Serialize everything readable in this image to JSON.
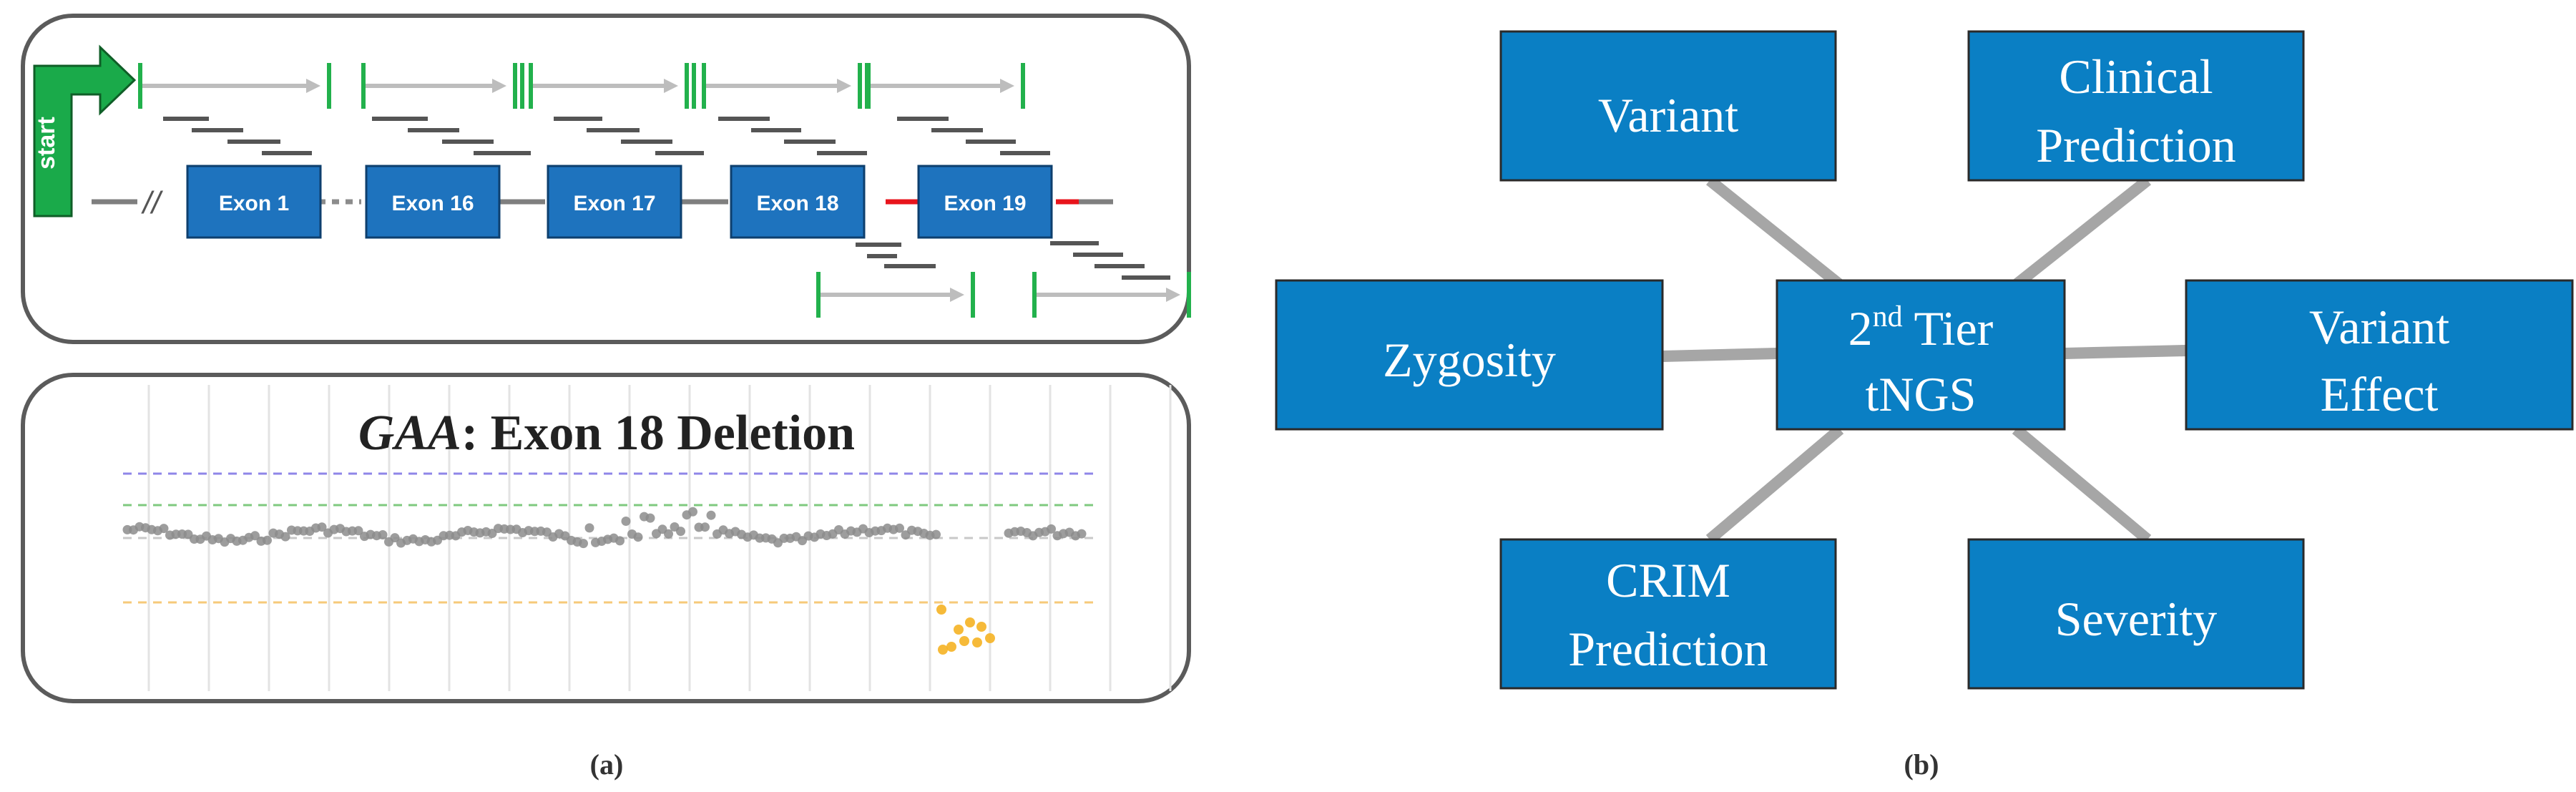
{
  "panel_a": {
    "start_label": "start",
    "exon_labels": [
      "Exon 1",
      "Exon 16",
      "Exon 17",
      "Exon 18",
      "Exon 19"
    ],
    "break_symbol": "//",
    "plot_title_gene": "GAA",
    "plot_title_rest": ":  Exon 18 Deletion",
    "caption": "(a)",
    "colors": {
      "exon_fill": "#1e73be",
      "start_arrow": "#1aaa4a",
      "boundary_marker": "#22b14c",
      "read_bar": "#555555",
      "deleted_segment": "#e8141c",
      "normal_points": "#8c8c8c",
      "deleted_points": "#f5b324"
    }
  },
  "panel_b": {
    "center": {
      "line1_main": "2",
      "line1_sup": "nd",
      "line1_rest": " Tier",
      "line2": "tNGS"
    },
    "nodes": {
      "variant": [
        "Variant"
      ],
      "clinical_prediction": [
        "Clinical",
        "Prediction"
      ],
      "zygosity": [
        "Zygosity"
      ],
      "variant_effect": [
        "Variant",
        "Effect"
      ],
      "crim_prediction": [
        "CRIM",
        "Prediction"
      ],
      "severity": [
        "Severity"
      ]
    },
    "caption": "(b)",
    "colors": {
      "box_fill": "#0a7fc4",
      "box_border": "#2a2a2a",
      "connector": "#a6a6a6"
    }
  }
}
